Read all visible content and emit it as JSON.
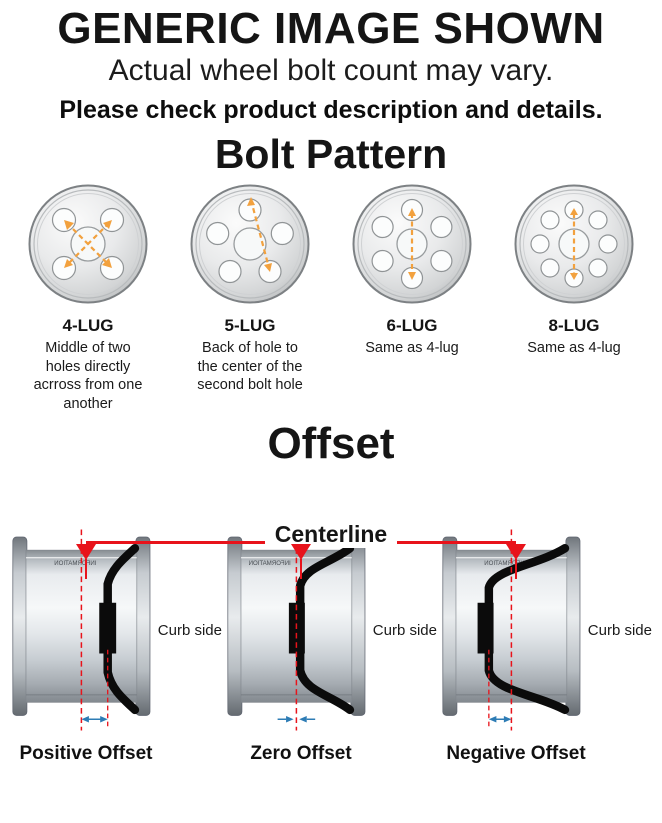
{
  "header": {
    "title": "GENERIC IMAGE SHOWN",
    "subtitle": "Actual wheel bolt count may vary.",
    "note": "Please check product description and details."
  },
  "bolt_pattern": {
    "title": "Bolt Pattern",
    "items": [
      {
        "label": "4-LUG",
        "holes": 4,
        "description": "Middle of two holes directly acrross from one another"
      },
      {
        "label": "5-LUG",
        "holes": 5,
        "description": "Back of hole to the center of the second bolt hole"
      },
      {
        "label": "6-LUG",
        "holes": 6,
        "description": "Same as 4-lug"
      },
      {
        "label": "8-LUG",
        "holes": 8,
        "description": "Same as 4-lug"
      }
    ]
  },
  "offset": {
    "title": "Offset",
    "centerline_label": "Centerline",
    "curb_side_label": "Curb side",
    "barrel_text": "INFORMATION",
    "items": [
      {
        "label": "Positive Offset"
      },
      {
        "label": "Zero Offset"
      },
      {
        "label": "Negative Offset"
      }
    ]
  },
  "colors": {
    "accent_red": "#e8131b",
    "accent_orange": "#f2a13e",
    "accent_blue": "#2d7cb5",
    "wheel_gray": "#d2d4d5",
    "text": "#151515"
  }
}
